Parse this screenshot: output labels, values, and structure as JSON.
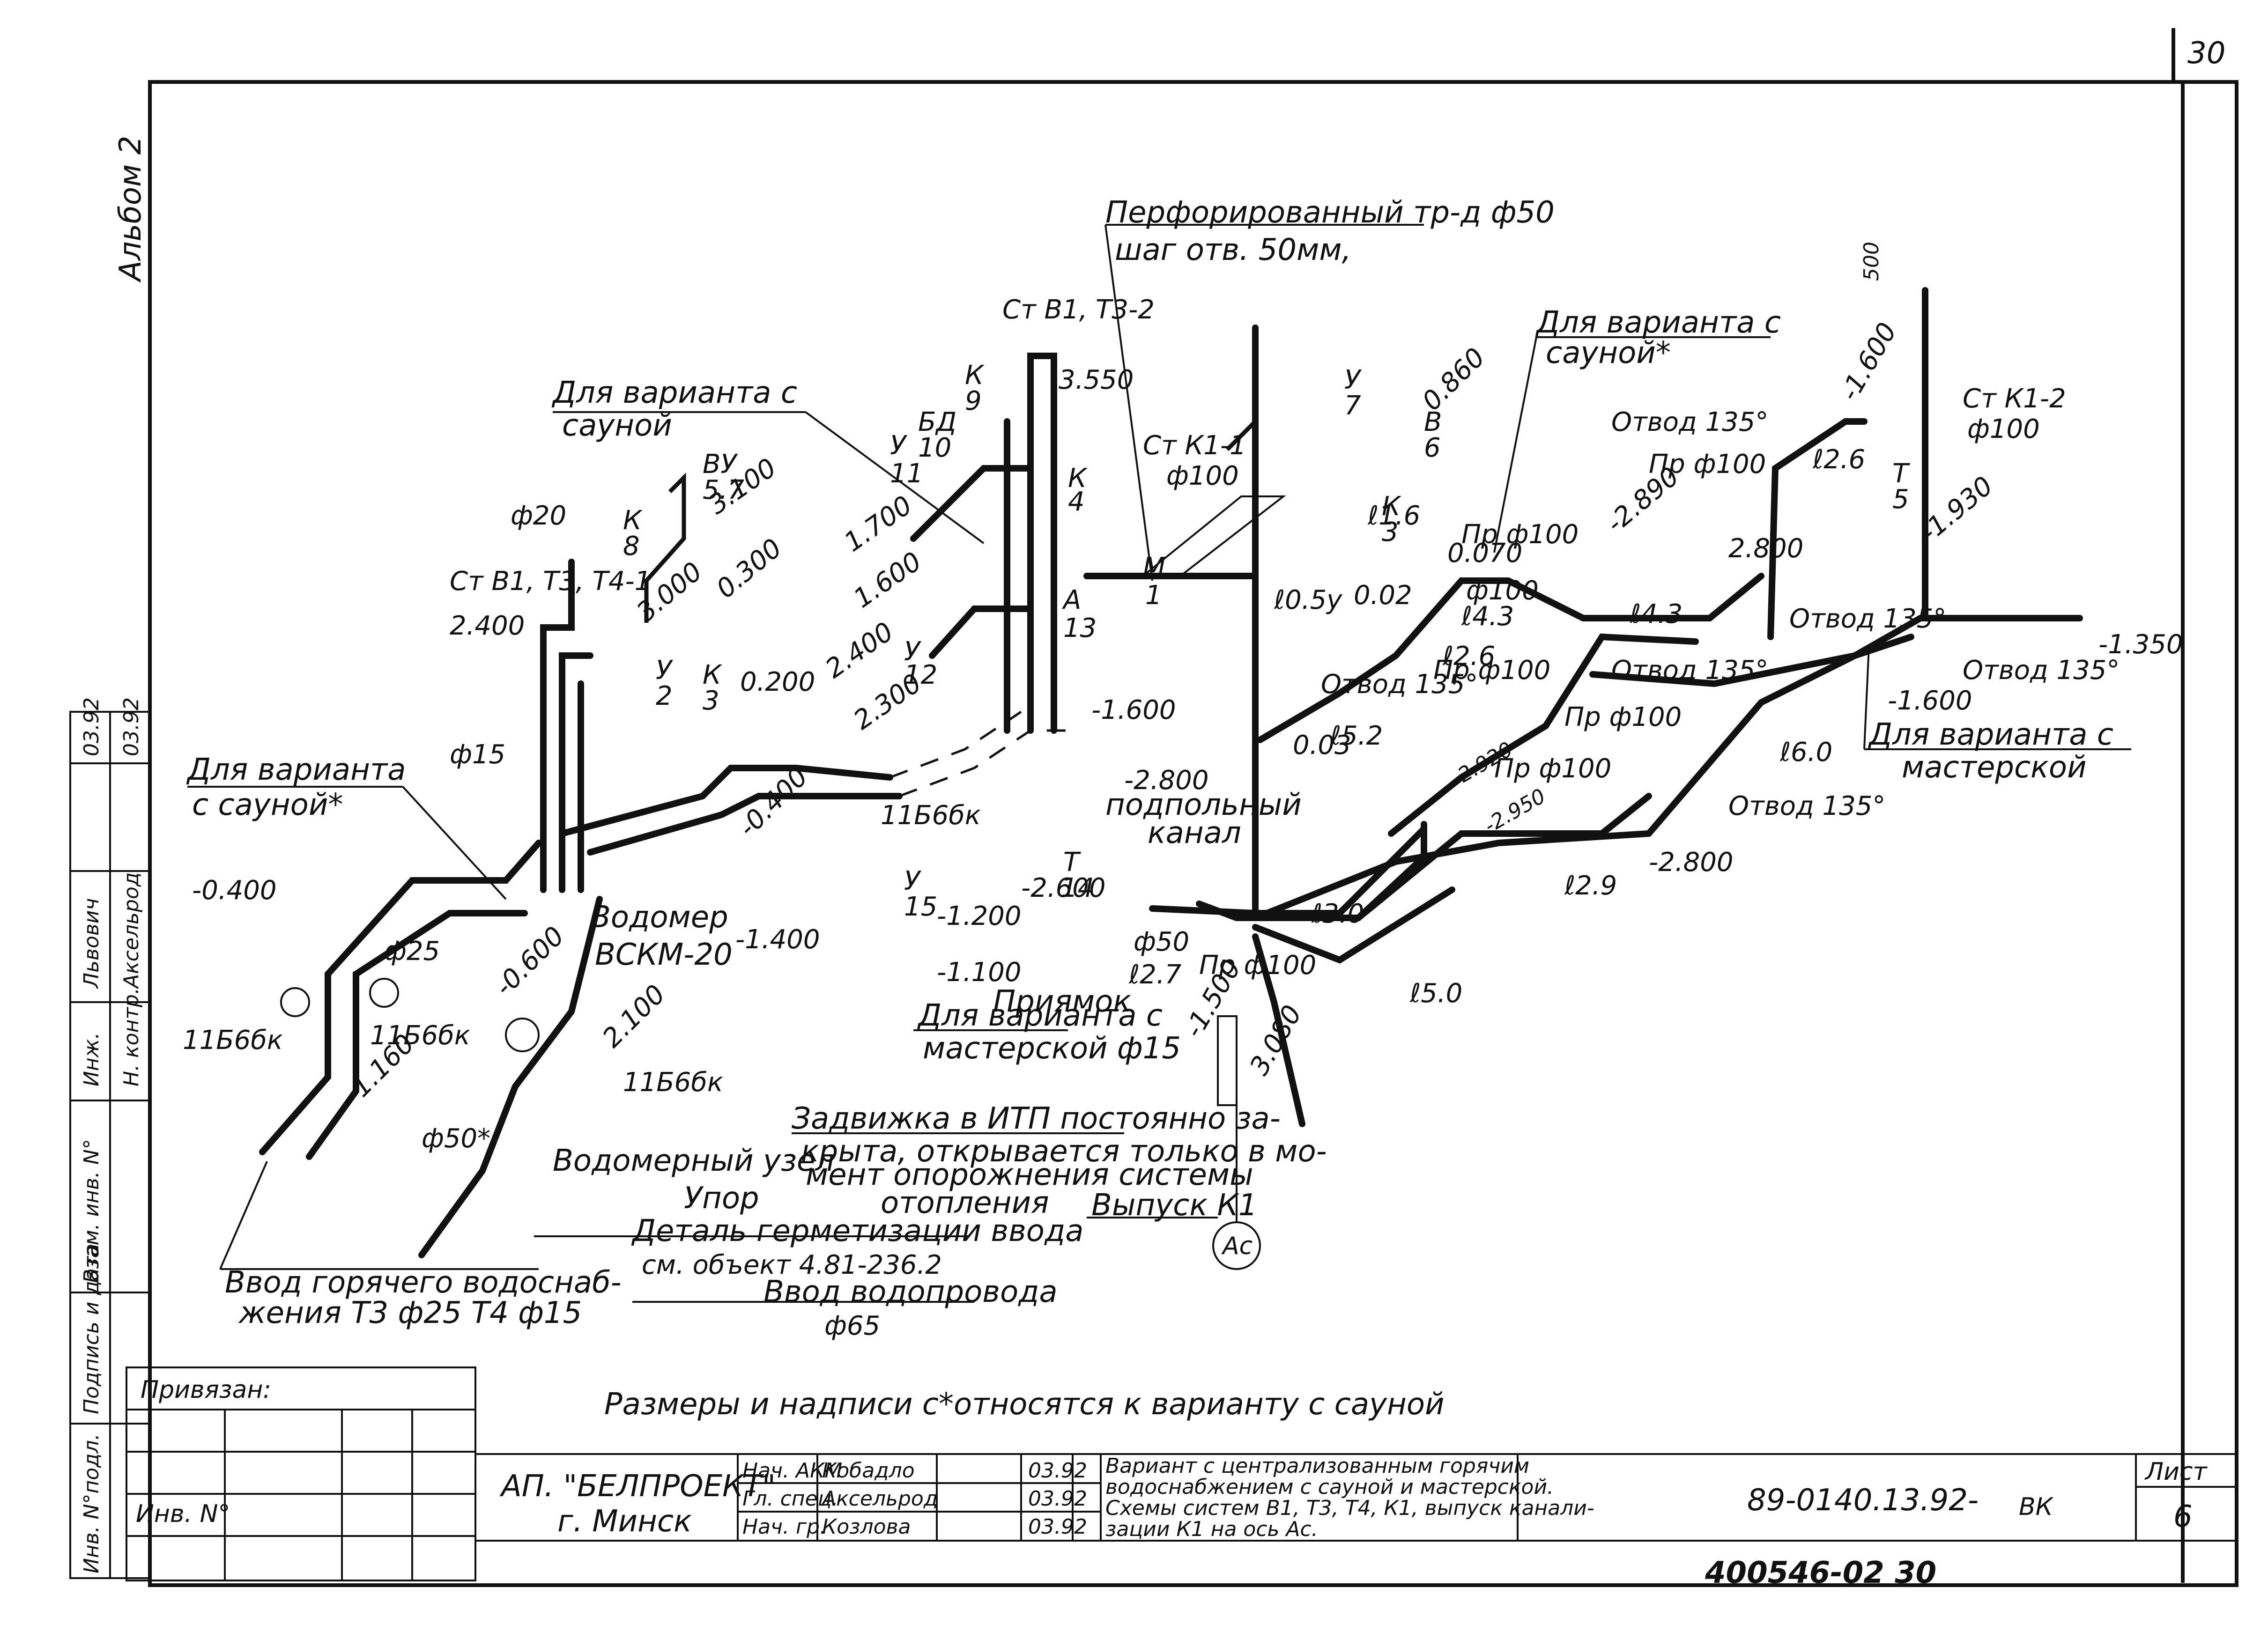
{
  "sheet": {
    "page_corner": "30",
    "album": "Альбом 2",
    "footnote": "Размеры и надписи с*относятся к варианту с сауной",
    "stamp_bottom": "400546-02   30"
  },
  "left_strip": {
    "inv_podl": "Инв. N°подл.",
    "podpis_data": "Подпись и дата",
    "vzam_inv": "Взам. инв. N°",
    "inzh": "Инж.",
    "lvovich": "Львович",
    "date1": "03.92",
    "n_kontr": "Н. контр.",
    "akselrod": "Аксельрод",
    "date2": "03.92"
  },
  "title_block": {
    "privyazan": "Привязан:",
    "inv_no": "Инв. N°",
    "org": "АП. \"БЕЛПРОЕКТ\"",
    "city": "г. Минск",
    "rows": [
      {
        "role": "Нач. АКМ",
        "name": "Кобадло",
        "date": "03.92"
      },
      {
        "role": "Гл. спец.",
        "name": "Аксельрод",
        "date": "03.92"
      },
      {
        "role": "Нач. гр.",
        "name": "Козлова",
        "date": "03.92"
      }
    ],
    "description": [
      "Вариант с централизованным горячим",
      "водоснабжением с сауной и мастерской.",
      "Схемы систем В1, Т3, Т4, К1, выпуск канали-",
      "зации К1 на ось Ас."
    ],
    "code": "89-0140.13.92-",
    "code_suffix": "ВК",
    "list_label": "Лист",
    "list_no": "6"
  },
  "labels": {
    "perforated": "Перфорированный тр-д ф50",
    "perforated2": "шаг отв. 50мм,",
    "st_v1_t3_2": "Ст В1, Т3-2",
    "st_k1_1": "Ст К1-1",
    "st_k1_1_d": "ф100",
    "st_k1_2": "Ст К1-2",
    "st_k1_2_d": "ф100",
    "st_v1_t3_t4_1": "Ст В1, Т3, Т4-1",
    "var_sauna_top": "Для варианта с",
    "var_sauna_top2": "сауной",
    "var_sauna_right": "Для варианта с",
    "var_sauna_right2": "сауной*",
    "var_sauna_left": "Для варианта",
    "var_sauna_left2": "с сауной*",
    "var_workshop_right": "Для варианта с",
    "var_workshop_right2": "мастерской",
    "var_workshop_mid": "Для варианта с",
    "var_workshop_mid2": "мастерской ф15",
    "zadvizhka1": "Задвижка в ИТП постоянно за-",
    "zadvizhka2": "крыта, открывается только в мо-",
    "zadvizhka3": "мент опорожнения системы",
    "zadvizhka4": "отопления",
    "vypusk": "Выпуск К1",
    "axis_as": "Ас",
    "vodomer_uzel": "Водомерный узел",
    "upor": "Упор",
    "germet1": "Деталь герметизации ввода",
    "germet2": "см. объект 4.81-236.2",
    "vvod_gvs1": "Ввод горячего водоснаб-",
    "vvod_gvs2": "жения Т3 ф25  Т4 ф15",
    "vvod_vod": "Ввод водопровода",
    "vvod_vod_d": "ф65",
    "vodomer": "Водомер",
    "vodomer_type": "ВСКМ-20",
    "podpolny": "подпольный",
    "kanal": "канал",
    "priyamok": "Приямок",
    "otvod_135": "Отвод 135°",
    "pr_100": "Пр ф100"
  },
  "marks": [
    "3.550",
    "1.700",
    "1.600",
    "2.400",
    "2.300",
    "-1.600",
    "-2.800",
    "-2.600",
    "-1.200",
    "-1.100",
    "-1.400",
    "-0.400",
    "-0.600",
    "-1.160",
    "2.100",
    "3.100",
    "3.000",
    "0.300",
    "0.200",
    "-0.400",
    "0.860",
    "-2.890",
    "-1.600",
    "-1.930",
    "-1.350",
    "-1.600",
    "-2.800",
    "-1.500",
    "3.080",
    "0.070",
    "0.02",
    "0.03",
    "2.400",
    "500",
    "2.800",
    "-2.920",
    "-2.950"
  ],
  "dims": [
    "ф20",
    "ф15",
    "ф25",
    "ф50*",
    "ф100",
    "ф50",
    "ℓ0.5у",
    "ℓ1.6",
    "ℓ2.6",
    "ℓ5.2",
    "ℓ4.3",
    "ℓ4.3",
    "ℓ6.0",
    "ℓ2.9",
    "ℓ3.0",
    "ℓ5.0",
    "ℓ2.7",
    "ℓ2.6"
  ],
  "devices": [
    {
      "code": "К",
      "no": "8"
    },
    {
      "code": "К",
      "no": "9"
    },
    {
      "code": "БД",
      "no": "10"
    },
    {
      "code": "У",
      "no": "11"
    },
    {
      "code": "У",
      "no": "12"
    },
    {
      "code": "К",
      "no": "4"
    },
    {
      "code": "А",
      "no": "13"
    },
    {
      "code": "М",
      "no": "1"
    },
    {
      "code": "Т",
      "no": "14"
    },
    {
      "code": "У",
      "no": "15"
    },
    {
      "code": "ВУ",
      "no": "5.7"
    },
    {
      "code": "У",
      "no": "2"
    },
    {
      "code": "К",
      "no": "3"
    },
    {
      "code": "У",
      "no": "7"
    },
    {
      "code": "В",
      "no": "6"
    },
    {
      "code": "К",
      "no": "3"
    },
    {
      "code": "Т",
      "no": "5"
    }
  ],
  "valve_labels": [
    "11Б6бк",
    "11Б6бк",
    "11Б6бк",
    "11Б6бк"
  ]
}
